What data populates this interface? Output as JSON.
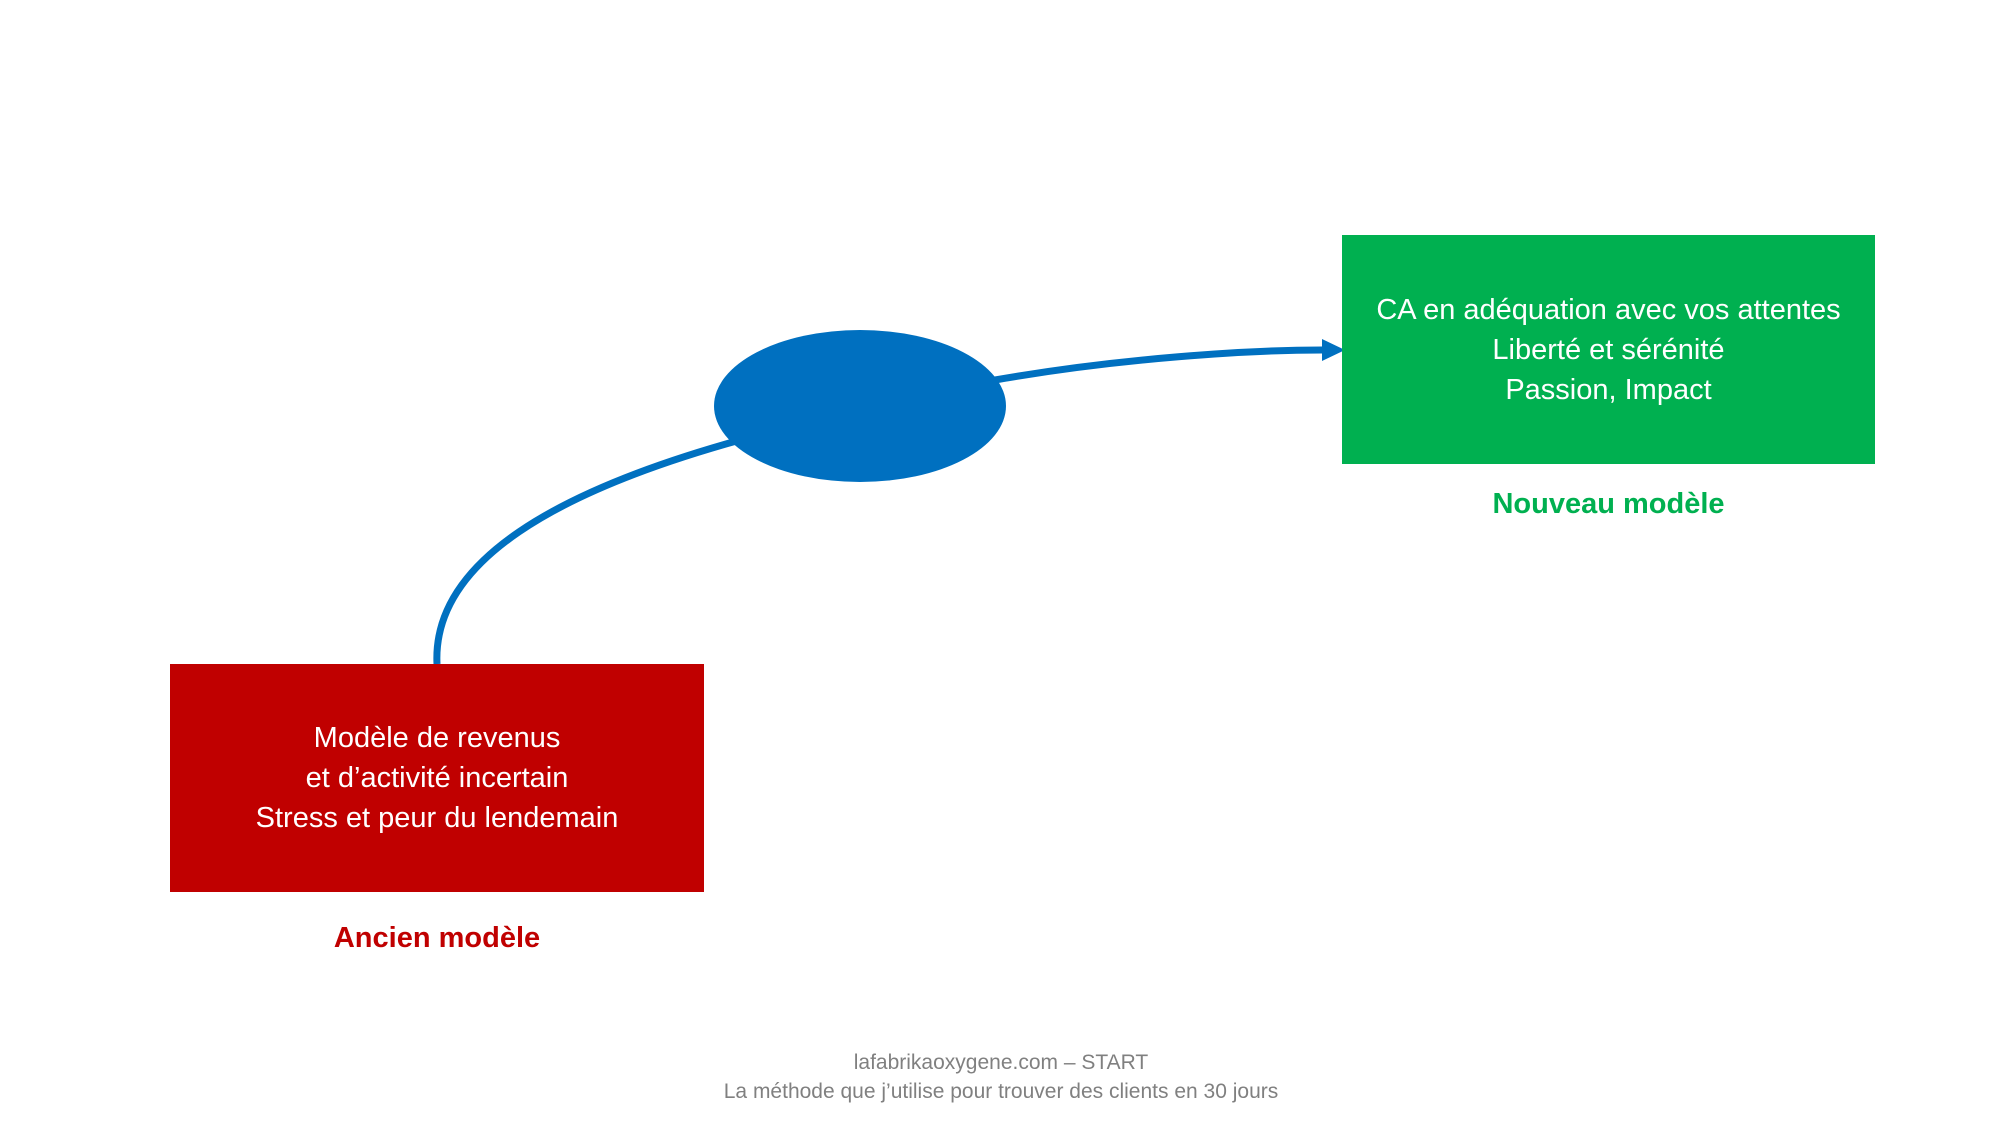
{
  "diagram": {
    "old_model": {
      "lines": [
        "Modèle de revenus",
        "et d’activité incertain",
        "Stress et peur du lendemain"
      ],
      "caption": "Ancien modèle",
      "color": "#c00000"
    },
    "new_model": {
      "lines": [
        "CA en adéquation avec vos attentes",
        "Liberté et sérénité",
        "Passion, Impact"
      ],
      "caption": "Nouveau modèle",
      "color": "#00b050"
    },
    "connector": {
      "color": "#0070c0",
      "node_color": "#0070c0"
    }
  },
  "footer": {
    "line1": "lafabrikaoxygene.com – START",
    "line2": "La méthode que j’utilise pour trouver des clients en 30 jours"
  }
}
